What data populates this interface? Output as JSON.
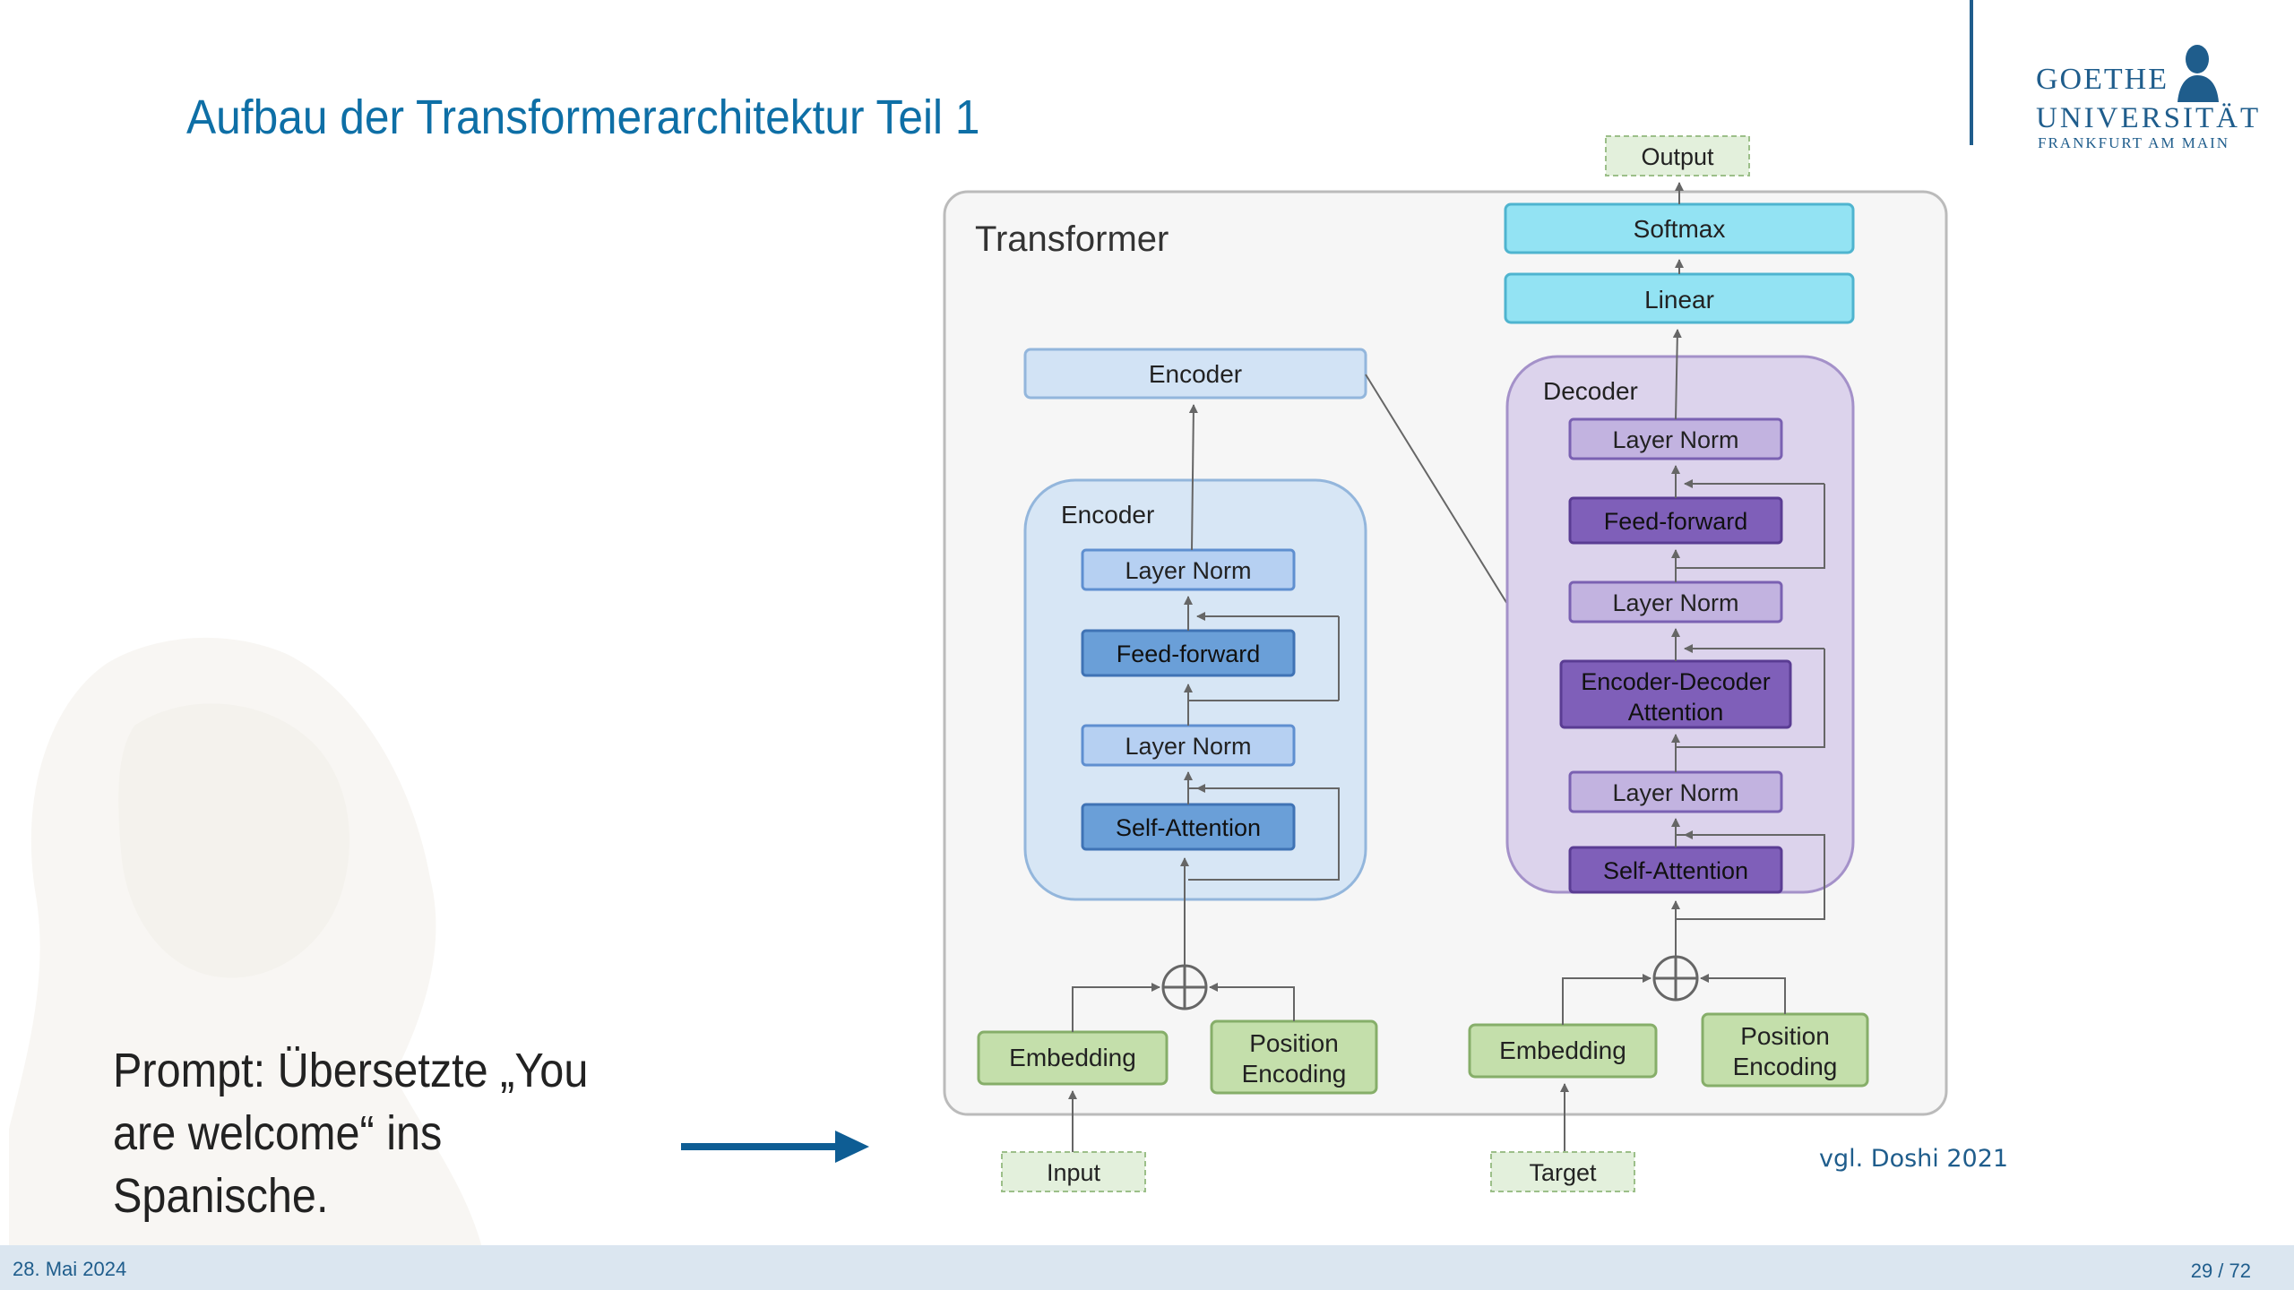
{
  "slide": {
    "title": "Aufbau der Transformerarchitektur Teil 1",
    "prompt": "Prompt: Übersetzte „You are welcome“ ins Spanische.",
    "citation": "vgl. Doshi 2021",
    "footer_date": "28. Mai 2024",
    "page_number": "29 / 72"
  },
  "logo": {
    "line1": "GOETHE",
    "line2": "UNIVERSITÄT",
    "line3": "FRANKFURT AM MAIN"
  },
  "diagram": {
    "title": "Transformer",
    "output": "Output",
    "softmax": "Softmax",
    "linear": "Linear",
    "encoder_stack": "Encoder",
    "encoder": {
      "label": "Encoder",
      "layer_norm_top": "Layer Norm",
      "feed_forward": "Feed-forward",
      "layer_norm_mid": "Layer Norm",
      "self_attention": "Self-Attention"
    },
    "decoder": {
      "label": "Decoder",
      "layer_norm_top": "Layer Norm",
      "feed_forward": "Feed-forward",
      "layer_norm_2": "Layer Norm",
      "encdec_line1": "Encoder-Decoder",
      "encdec_line2": "Attention",
      "layer_norm_bottom": "Layer Norm",
      "self_attention": "Self-Attention"
    },
    "enc_embedding": "Embedding",
    "enc_position_line1": "Position",
    "enc_position_line2": "Encoding",
    "dec_embedding": "Embedding",
    "dec_position_line1": "Position",
    "dec_position_line2": "Encoding",
    "input": "Input",
    "target": "Target"
  },
  "colors": {
    "title": "#0e6fa6",
    "encoder_panel": "#d7e6f5",
    "encoder_block": "#6a9fd8",
    "encoder_norm": "#b6d0f2",
    "decoder_panel": "#dcd3ec",
    "decoder_block": "#7f5fb9",
    "decoder_norm": "#c2b3e0",
    "output_block": "#93e3f3",
    "embedding_block": "#c4dfab",
    "footer": "#dbe6f0"
  }
}
